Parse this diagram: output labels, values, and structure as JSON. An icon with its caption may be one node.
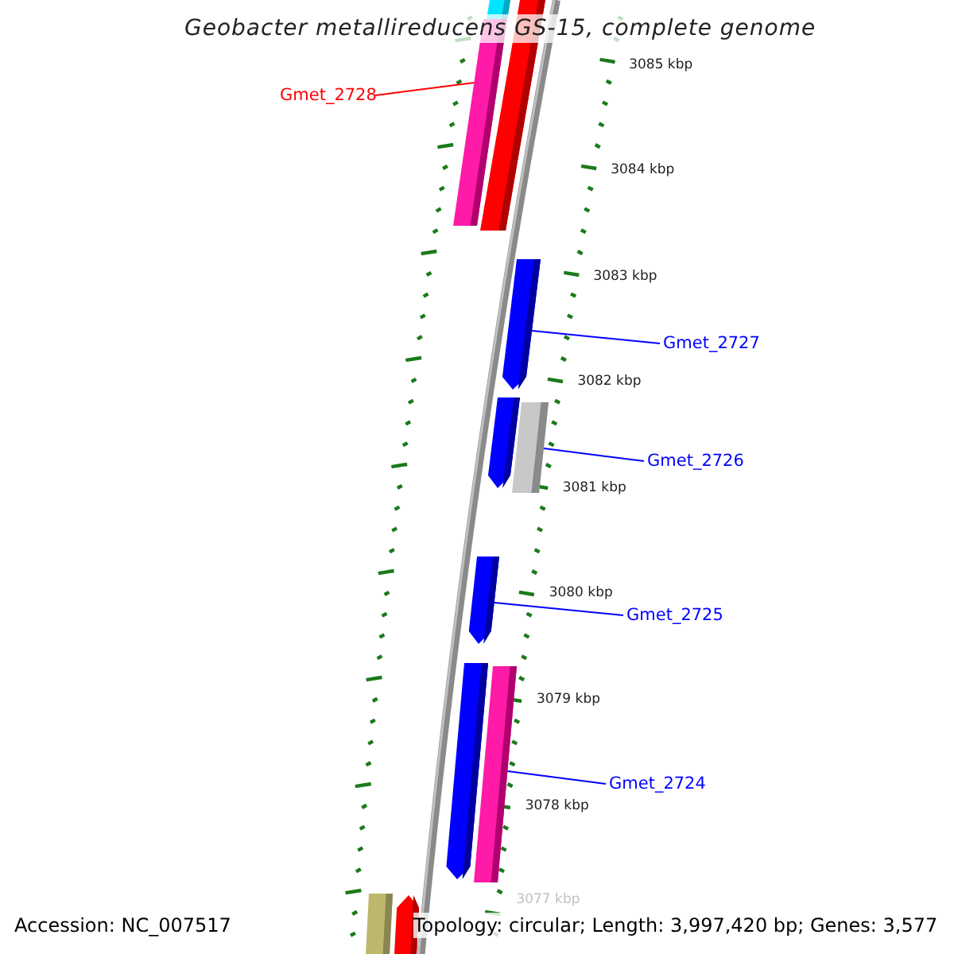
{
  "diagram": {
    "title": "Geobacter metallireducens GS-15, complete genome",
    "nodes": [
      {
        "text": [
          "Gmet_2728"
        ]
      },
      {
        "text": [
          "Gmet_2727"
        ]
      },
      {
        "text": [
          "Gmet_2726"
        ]
      },
      {
        "text": [
          "Gmet_2725"
        ]
      },
      {
        "text": [
          "Gmet_2724"
        ]
      },
      {
        "text": [],
        "shape": "bar"
      },
      {
        "text": [],
        "shape": "bar"
      },
      {
        "text": [],
        "shape": "bar"
      },
      {
        "text": [],
        "shape": "pentagon"
      },
      {
        "text": [],
        "shape": "pentagon"
      },
      {
        "text": [],
        "shape": "bar"
      },
      {
        "text": [],
        "shape": "pentagon"
      },
      {
        "text": [],
        "shape": "pentagon"
      },
      {
        "text": [],
        "shape": "bar"
      },
      {
        "text": [],
        "shape": "bar"
      },
      {
        "text": [],
        "shape": "pentagon"
      }
    ],
    "edges": [
      {
        "from": 0,
        "to": 7,
        "arrow": "none",
        "color": "#ff0000"
      },
      {
        "from": 1,
        "to": 8,
        "arrow": "none"
      },
      {
        "from": 2,
        "to": 10,
        "arrow": "none"
      },
      {
        "from": 3,
        "to": 11,
        "arrow": "none"
      },
      {
        "from": 4,
        "to": 13,
        "arrow": "none"
      }
    ],
    "labels": [
      "3085 kbp",
      "3084 kbp",
      "3083 kbp",
      "3082 kbp",
      "3081 kbp",
      "3080 kbp",
      "3079 kbp",
      "3078 kbp",
      "3077 kbp",
      "Accession: NC_007517",
      "Topology: circular; Length: 3,997,420 bp; Genes: 3,577"
    ]
  }
}
